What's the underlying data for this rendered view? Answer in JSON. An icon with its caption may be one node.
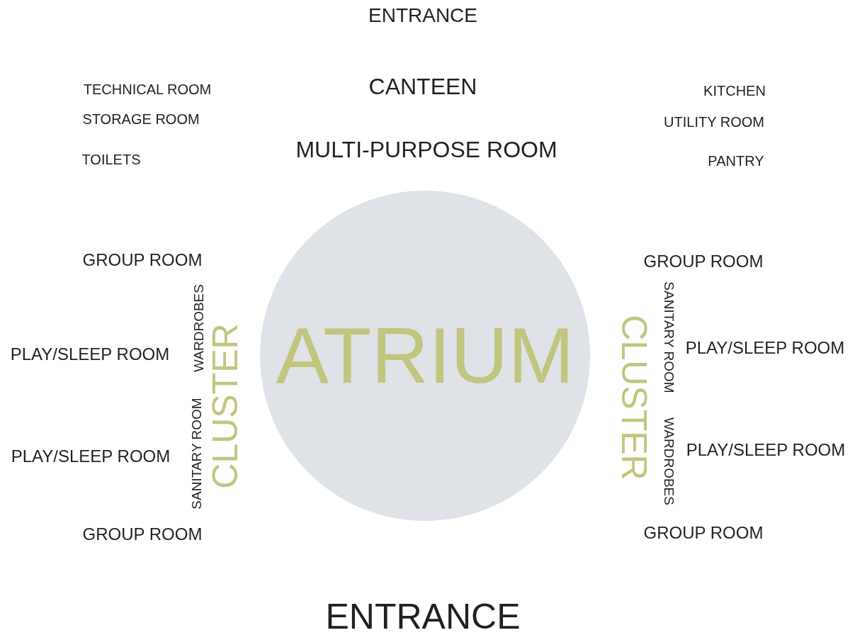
{
  "diagram": {
    "nodes": [
      {
        "text": [
          "ATRIUM"
        ]
      }
    ],
    "labels": [
      "ENTRANCE",
      "TECHNICAL ROOM",
      "CANTEEN",
      "KITCHEN",
      "STORAGE ROOM",
      "UTILITY ROOM",
      "TOILETS",
      "MULTI-PURPOSE ROOM",
      "PANTRY",
      "GROUP ROOM",
      "GROUP ROOM",
      "WARDROBES",
      "SANITARY ROOM",
      "PLAY/SLEEP ROOM",
      "CLUSTER",
      "CLUSTER",
      "PLAY/SLEEP ROOM",
      "SANITARY ROOM",
      "WARDROBES",
      "PLAY/SLEEP ROOM",
      "PLAY/SLEEP ROOM",
      "GROUP ROOM",
      "GROUP ROOM",
      "ENTRANCE"
    ]
  }
}
